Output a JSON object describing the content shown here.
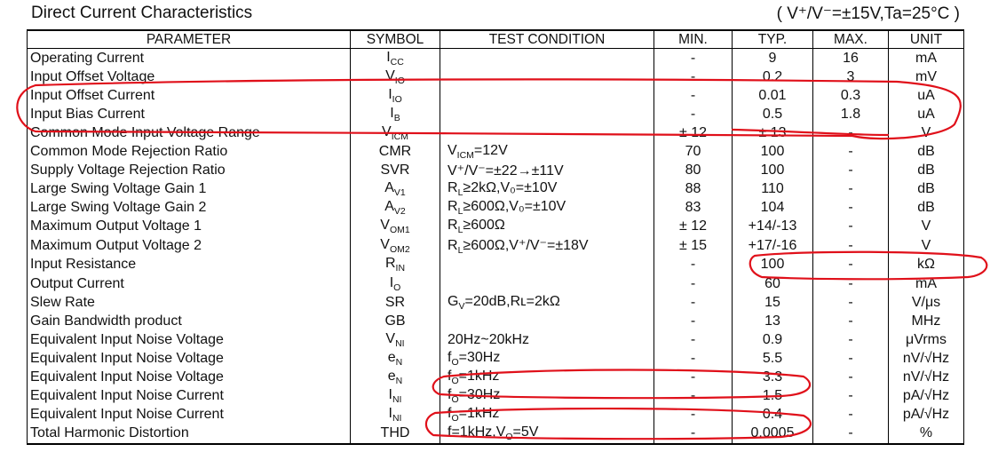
{
  "header": {
    "title": "Direct Current Characteristics",
    "conditions": "( V⁺/V⁻=±15V,Ta=25°C )"
  },
  "columns": [
    "PARAMETER",
    "SYMBOL",
    "TEST CONDITION",
    "MIN.",
    "TYP.",
    "MAX.",
    "UNIT"
  ],
  "rows": [
    {
      "param": "Operating Current",
      "sym": "I",
      "sub": "CC",
      "test": "",
      "min": "-",
      "typ": "9",
      "max": "16",
      "unit": "mA"
    },
    {
      "param": "Input Offset Voltage",
      "sym": "V",
      "sub": "IO",
      "test": "",
      "min": "-",
      "typ": "0.2",
      "max": "3",
      "unit": "mV"
    },
    {
      "param": "Input Offset Current",
      "sym": "I",
      "sub": "IO",
      "test": "",
      "min": "-",
      "typ": "0.01",
      "max": "0.3",
      "unit": "uA"
    },
    {
      "param": "Input Bias Current",
      "sym": "I",
      "sub": "B",
      "test": "",
      "min": "-",
      "typ": "0.5",
      "max": "1.8",
      "unit": "uA"
    },
    {
      "param": "Common Mode Input Voltage Range",
      "sym": "V",
      "sub": "ICM",
      "test": "",
      "min": "± 12",
      "typ": "± 13",
      "max": "-",
      "unit": "V"
    },
    {
      "param": "Common Mode Rejection Ratio",
      "sym": "CMR",
      "sub": "",
      "test": "V",
      "test_sub": "ICM",
      "test_post": "=12V",
      "min": "70",
      "typ": "100",
      "max": "-",
      "unit": "dB"
    },
    {
      "param": "Supply Voltage Rejection Ratio",
      "sym": "SVR",
      "sub": "",
      "test": "V⁺/V⁻=±22→±11V",
      "min": "80",
      "typ": "100",
      "max": "-",
      "unit": "dB"
    },
    {
      "param": "Large Swing Voltage Gain 1",
      "sym": "A",
      "sub": "V1",
      "test": "R",
      "test_sub": "L",
      "test_post": "≥2kΩ,V₀=±10V",
      "min": "88",
      "typ": "110",
      "max": "-",
      "unit": "dB"
    },
    {
      "param": "Large Swing Voltage Gain 2",
      "sym": "A",
      "sub": "V2",
      "test": "R",
      "test_sub": "L",
      "test_post": "≥600Ω,V₀=±10V",
      "min": "83",
      "typ": "104",
      "max": "-",
      "unit": "dB"
    },
    {
      "param": "Maximum Output Voltage 1",
      "sym": "V",
      "sub": "OM1",
      "test": "R",
      "test_sub": "L",
      "test_post": "≥600Ω",
      "min": "± 12",
      "typ": "+14/-13",
      "max": "-",
      "unit": "V"
    },
    {
      "param": "Maximum Output Voltage 2",
      "sym": "V",
      "sub": "OM2",
      "test": "R",
      "test_sub": "L",
      "test_post": "≥600Ω,V⁺/V⁻=±18V",
      "min": "± 15",
      "typ": "+17/-16",
      "max": "-",
      "unit": "V"
    },
    {
      "param": "Input Resistance",
      "sym": "R",
      "sub": "IN",
      "test": "",
      "min": "-",
      "typ": "100",
      "max": "-",
      "unit": "kΩ"
    },
    {
      "param": "Output Current",
      "sym": "I",
      "sub": "O",
      "test": "",
      "min": "-",
      "typ": "60",
      "max": "-",
      "unit": "mA"
    },
    {
      "param": "Slew Rate",
      "sym": "SR",
      "sub": "",
      "test": "G",
      "test_sub": "V",
      "test_post": "=20dB,Rʟ=2kΩ",
      "min": "-",
      "typ": "15",
      "max": "-",
      "unit": "V/μs"
    },
    {
      "param": "Gain Bandwidth product",
      "sym": "GB",
      "sub": "",
      "test": "",
      "min": "-",
      "typ": "13",
      "max": "-",
      "unit": "MHz"
    },
    {
      "param": "Equivalent Input Noise Voltage",
      "sym": "V",
      "sub": "NI",
      "test": "20Hz~20kHz",
      "min": "-",
      "typ": "0.9",
      "max": "-",
      "unit": "μVrms"
    },
    {
      "param": "Equivalent Input Noise Voltage",
      "sym": "e",
      "sub": "N",
      "test": "f",
      "test_sub": "O",
      "test_post": "=30Hz",
      "min": "-",
      "typ": "5.5",
      "max": "-",
      "unit": "nV/√Hz"
    },
    {
      "param": "Equivalent Input Noise Voltage",
      "sym": "e",
      "sub": "N",
      "test": "f",
      "test_sub": "O",
      "test_post": "=1kHz",
      "min": "-",
      "typ": "3.3",
      "max": "-",
      "unit": "nV/√Hz"
    },
    {
      "param": "Equivalent Input Noise Current",
      "sym": "I",
      "sub": "NI",
      "test": "f",
      "test_sub": "O",
      "test_post": "=30Hz",
      "min": "-",
      "typ": "1.5",
      "max": "-",
      "unit": "pA/√Hz"
    },
    {
      "param": "Equivalent Input Noise Current",
      "sym": "I",
      "sub": "NI",
      "test": "f",
      "test_sub": "O",
      "test_post": "=1kHz",
      "min": "-",
      "typ": "0.4",
      "max": "-",
      "unit": "pA/√Hz"
    },
    {
      "param": "Total Harmonic Distortion",
      "sym": "THD",
      "sub": "",
      "test": "f=1kHz,V",
      "test_sub": "O",
      "test_post": "=5V",
      "min": "-",
      "typ": "0.0005",
      "max": "-",
      "unit": "%"
    }
  ],
  "annotation_color": "#e0101a"
}
